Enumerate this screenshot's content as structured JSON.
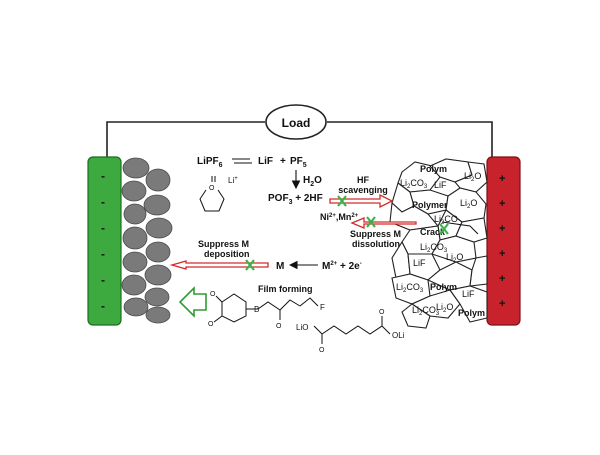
{
  "load_label": "Load",
  "colors": {
    "anode": "#3daa3f",
    "cathode": "#c8232c",
    "arrow_red": "#d42a2a",
    "arrow_green": "#2f9b35",
    "cross": "#3cb34a"
  },
  "reaction": {
    "lipf6": "LiPF",
    "lipf6_sub": "6",
    "lif": "LiF",
    "plus": "+",
    "pf5": "PF",
    "pf5_sub": "5",
    "h2o": "H",
    "h2o_sub": "2",
    "h2o_tail": "O",
    "pof3": "POF",
    "pof3_sub": "3",
    "hf2": "+ 2HF",
    "li_plus": "Li",
    "li_plus_sup": "+"
  },
  "annotations": {
    "hf_scavenging_1": "HF",
    "hf_scavenging_2": "scavenging",
    "ions": "Ni",
    "ions_sup": "2+",
    "ions_mid": ",Mn",
    "ions_sup2": "2+",
    "suppress_diss_1": "Suppress M",
    "suppress_diss_2": "dissolution",
    "suppress_dep_1": "Suppress M",
    "suppress_dep_2": "deposition",
    "m_label": "M",
    "m2_label": "M",
    "m2_sup": "2+",
    "m2_tail": " + 2e",
    "m2_sup2": "-",
    "film_forming": "Film forming"
  },
  "molecules": {
    "f_label": "F",
    "b_label": "B",
    "o_label": "O",
    "lio_left": "LiO",
    "oli_right": "OLi"
  },
  "sei": {
    "polym_1": "Polym",
    "li2o_1": "Li",
    "li2o_1_sub": "2",
    "li2o_1_tail": "O",
    "li2co3_1": "Li",
    "li2co3_1_sub": "2",
    "li2co3_1_tail": "CO",
    "li2co3_1_sub2": "3",
    "lif_1": "LiF",
    "li2o_2": "Li",
    "li2o_2_sub": "2",
    "li2o_2_tail": "O",
    "polymer": "Polymer",
    "li2co_tag": "Li",
    "li2co_tag_sub": "2",
    "li2co_tag_tail": "CO",
    "crack": "Crack",
    "li2co3_2": "Li",
    "li2co3_2_sub": "2",
    "li2co3_2_tail": "CO",
    "li2co3_2_sub2": "3",
    "lif_2": "LiF",
    "li2o_3": "Li",
    "li2o_3_sub": "2",
    "li2o_3_tail": "O",
    "li2co3_3": "Li",
    "li2co3_3_sub": "2",
    "li2co3_3_tail": "CO",
    "li2co3_3_sub2": "3",
    "polym_2": "Polym",
    "lif_3": "LiF",
    "li2co3_4": "Li",
    "li2co3_4_sub": "2",
    "li2co3_4_tail": "CO",
    "li2co3_4_sub2": "3",
    "li2o_4": "Li",
    "li2o_4_sub": "2",
    "li2o_4_tail": "O",
    "polym_3": "Polym"
  },
  "electrode_signs": {
    "anode": "-",
    "cathode": "+"
  }
}
